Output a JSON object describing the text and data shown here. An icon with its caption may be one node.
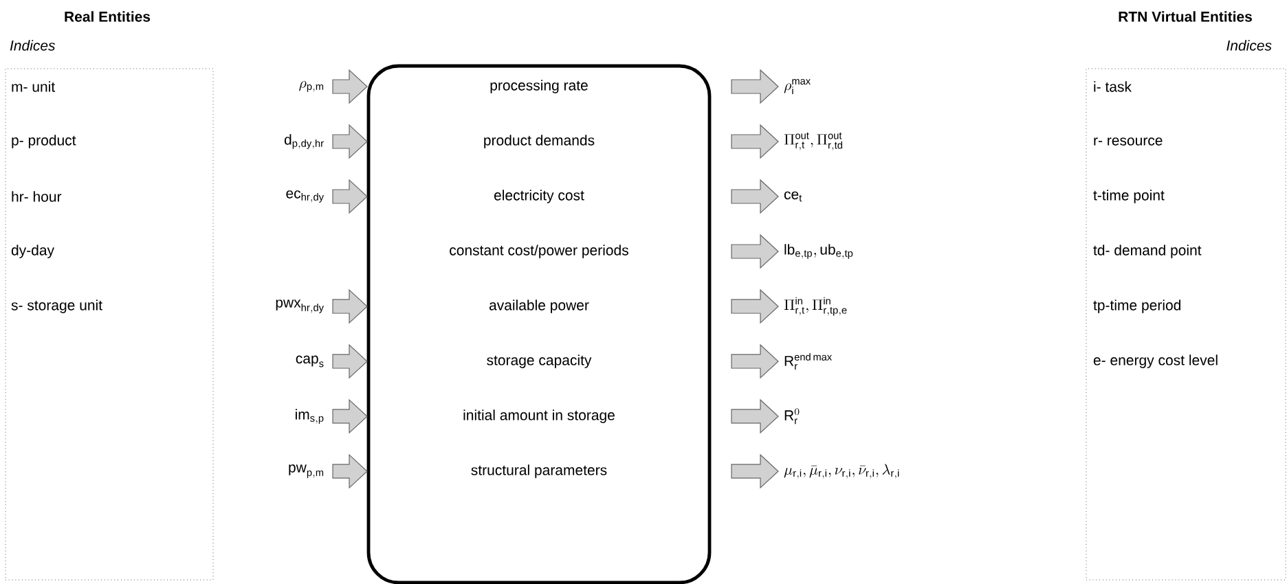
{
  "diagram": {
    "nodes": [
      {
        "text": [
          "Indices",
          "m- unit",
          "p- product",
          "hr- hour",
          "dy-day",
          "s- storage unit"
        ]
      },
      {
        "text": [
          "processing rate",
          "product demands",
          "electricity cost",
          "constant cost/power periods",
          "available power",
          "storage capacity",
          "initial amount in storage",
          "structural parameters"
        ]
      },
      {
        "text": [
          "\\rho_{\\mathrm{p,m}}"
        ]
      },
      {
        "text": [
          "\\mathrm{d}_{\\mathrm{p,dy,hr}}"
        ]
      },
      {
        "text": [
          "\\mathrm{ec}_{\\mathrm{hr,dy}}"
        ]
      },
      {
        "text": [
          "\\mathrm{pwx}_{\\mathrm{hr,dy}}"
        ]
      },
      {
        "text": [
          "\\mathrm{cap}_{\\mathrm{s}}"
        ]
      },
      {
        "text": [
          "\\mathrm{im}_{\\mathrm{s,p}}"
        ]
      },
      {
        "text": [
          "\\mathrm{pw}_{\\mathrm{p,m}}"
        ]
      },
      {
        "text": [
          "\\rho_{\\mathrm{i}}^{\\mathrm{max}}"
        ]
      },
      {
        "text": [
          "\\Pi^{\\mathrm{out}}_{\\mathrm{r,t}}, \\Pi^{\\mathrm{out}}_{\\mathrm{r,td}}"
        ]
      },
      {
        "text": [
          "\\mathrm{ce}_{\\mathrm{t}}"
        ]
      },
      {
        "text": [
          "\\mathrm{lb}_{\\mathrm{e,tp}}, \\mathrm{ub}_{\\mathrm{e,tp}}"
        ]
      },
      {
        "text": [
          "\\Pi^{\\mathrm{in}}_{\\mathrm{r,t}}, \\Pi^{\\mathrm{in}}_{\\mathrm{r,tp,e}}"
        ]
      },
      {
        "text": [
          "\\mathrm{R}_{\\mathrm{r}}^{\\mathrm{end\\,max}}"
        ]
      },
      {
        "text": [
          "\\mathrm{R}^{0}_{\\mathrm{r}}"
        ]
      },
      {
        "text": [
          "\\mu_{\\mathrm{r,i}}, \\bar{\\mu}_{\\mathrm{r,i}}, \\nu_{\\mathrm{r,i}}, \\bar{\\nu}_{\\mathrm{r,i}}, \\lambda_{\\mathrm{r,i}}"
        ]
      },
      {
        "text": [
          "Indices",
          "i- task",
          "r- resource",
          "t-time point",
          "td- demand point",
          "tp-time period",
          "e- energy cost level"
        ]
      }
    ],
    "edges": [
      {
        "from": 2,
        "to": 1,
        "arrow": "to"
      },
      {
        "from": 3,
        "to": 1,
        "arrow": "to"
      },
      {
        "from": 4,
        "to": 1,
        "arrow": "to"
      },
      {
        "from": 5,
        "to": 1,
        "arrow": "to"
      },
      {
        "from": 6,
        "to": 1,
        "arrow": "to"
      },
      {
        "from": 7,
        "to": 1,
        "arrow": "to"
      },
      {
        "from": 8,
        "to": 1,
        "arrow": "to"
      },
      {
        "from": 1,
        "to": 9,
        "arrow": "to"
      },
      {
        "from": 1,
        "to": 10,
        "arrow": "to"
      },
      {
        "from": 1,
        "to": 11,
        "arrow": "to"
      },
      {
        "from": 1,
        "to": 12,
        "arrow": "to"
      },
      {
        "from": 1,
        "to": 13,
        "arrow": "to"
      },
      {
        "from": 1,
        "to": 14,
        "arrow": "to"
      },
      {
        "from": 1,
        "to": 15,
        "arrow": "to"
      },
      {
        "from": 1,
        "to": 16,
        "arrow": "to"
      }
    ],
    "labels": [
      "Real Entities",
      "RTN Virtual Entities"
    ]
  }
}
